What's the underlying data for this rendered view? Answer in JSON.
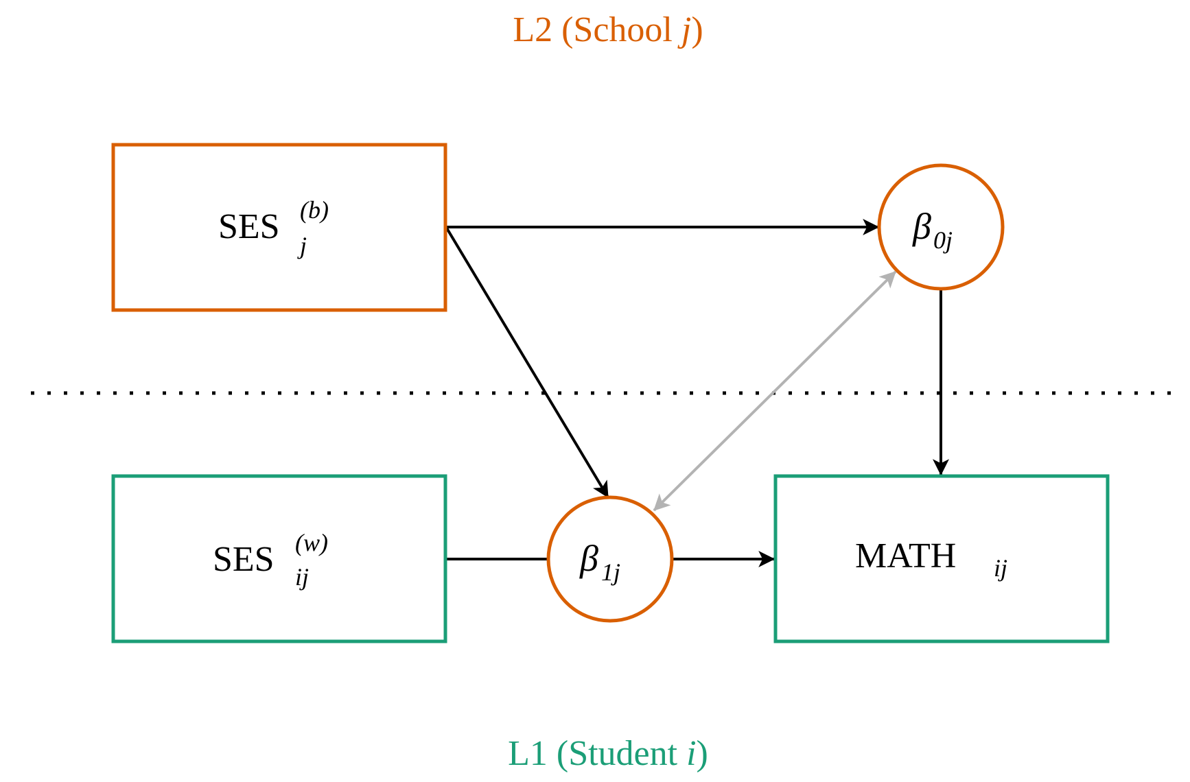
{
  "colors": {
    "level2": "#D95F02",
    "level1": "#1B9E77",
    "arrow": "#000000",
    "covariance": "#B3B3B3",
    "divider": "#000000"
  },
  "levels": {
    "top": {
      "prefix": "L2 (School ",
      "var": "j",
      "suffix": ")"
    },
    "bottom": {
      "prefix": "L1 (Student ",
      "var": "i",
      "suffix": ")"
    }
  },
  "nodes": {
    "ses_between": {
      "base": "SES",
      "sup": "(b)",
      "sub": "j",
      "shape": "rectangle",
      "level": "L2"
    },
    "beta0": {
      "base": "β",
      "sub": "0j",
      "shape": "circle",
      "level": "L2"
    },
    "ses_within": {
      "base": "SES",
      "sup": "(w)",
      "sub": "ij",
      "shape": "rectangle",
      "level": "L1"
    },
    "beta1": {
      "base": "β",
      "sub": "1j",
      "shape": "circle",
      "level": "L2"
    },
    "math": {
      "base": "MATH",
      "sub": "ij",
      "shape": "rectangle",
      "level": "L1"
    }
  },
  "edges": [
    {
      "from": "ses_between",
      "to": "beta0",
      "type": "directed"
    },
    {
      "from": "ses_between",
      "to": "beta1",
      "type": "directed"
    },
    {
      "from": "beta0",
      "to": "math",
      "type": "directed"
    },
    {
      "from": "ses_within",
      "to": "beta1",
      "type": "line"
    },
    {
      "from": "beta1",
      "to": "math",
      "type": "directed"
    },
    {
      "from": "beta0",
      "to": "beta1",
      "type": "bidirectional-covariance"
    }
  ]
}
